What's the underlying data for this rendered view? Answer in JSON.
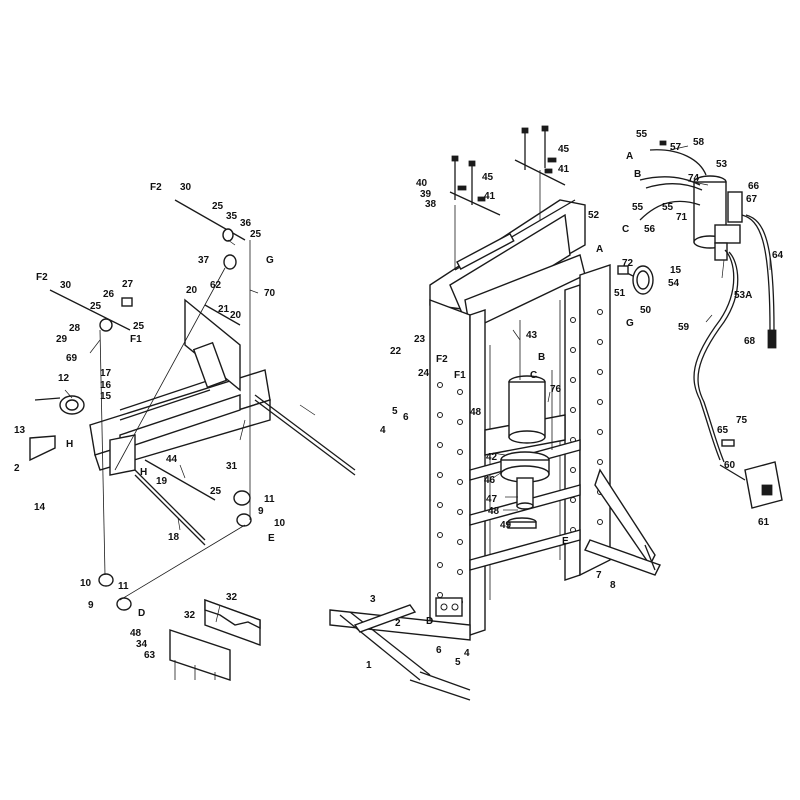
{
  "parts": [
    {
      "id": "p55a",
      "text": "55"
    },
    {
      "id": "p57",
      "text": "57"
    },
    {
      "id": "p58",
      "text": "58"
    },
    {
      "id": "pA1",
      "text": "A"
    },
    {
      "id": "p53",
      "text": "53"
    },
    {
      "id": "pB1",
      "text": "B"
    },
    {
      "id": "p74",
      "text": "74"
    },
    {
      "id": "p66",
      "text": "66"
    },
    {
      "id": "p67",
      "text": "67"
    },
    {
      "id": "p55b",
      "text": "55"
    },
    {
      "id": "p55c",
      "text": "55"
    },
    {
      "id": "p71",
      "text": "71"
    },
    {
      "id": "pC1",
      "text": "C"
    },
    {
      "id": "p56",
      "text": "56"
    },
    {
      "id": "p64",
      "text": "64"
    },
    {
      "id": "p15a",
      "text": "15"
    },
    {
      "id": "p54",
      "text": "54"
    },
    {
      "id": "p53A",
      "text": "53A"
    },
    {
      "id": "p59",
      "text": "59"
    },
    {
      "id": "p68",
      "text": "68"
    },
    {
      "id": "p75",
      "text": "75"
    },
    {
      "id": "p65",
      "text": "65"
    },
    {
      "id": "p60",
      "text": "60"
    },
    {
      "id": "p61",
      "text": "61"
    },
    {
      "id": "p45a",
      "text": "45"
    },
    {
      "id": "p41a",
      "text": "41"
    },
    {
      "id": "p40",
      "text": "40"
    },
    {
      "id": "p39",
      "text": "39"
    },
    {
      "id": "p45b",
      "text": "45"
    },
    {
      "id": "p41b",
      "text": "41"
    },
    {
      "id": "p38",
      "text": "38"
    },
    {
      "id": "p52",
      "text": "52"
    },
    {
      "id": "pA2",
      "text": "A"
    },
    {
      "id": "p72",
      "text": "72"
    },
    {
      "id": "p51",
      "text": "51"
    },
    {
      "id": "p50",
      "text": "50"
    },
    {
      "id": "pG2",
      "text": "G"
    },
    {
      "id": "p43",
      "text": "43"
    },
    {
      "id": "p23",
      "text": "23"
    },
    {
      "id": "p22",
      "text": "22"
    },
    {
      "id": "pF2b",
      "text": "F2"
    },
    {
      "id": "pF1b",
      "text": "F1"
    },
    {
      "id": "p24",
      "text": "24"
    },
    {
      "id": "pB2",
      "text": "B"
    },
    {
      "id": "pC2",
      "text": "C"
    },
    {
      "id": "p76",
      "text": "76"
    },
    {
      "id": "p48a",
      "text": "48"
    },
    {
      "id": "p5a",
      "text": "5"
    },
    {
      "id": "p6a",
      "text": "6"
    },
    {
      "id": "p4a",
      "text": "4"
    },
    {
      "id": "p42",
      "text": "42"
    },
    {
      "id": "p46",
      "text": "46"
    },
    {
      "id": "p47",
      "text": "47"
    },
    {
      "id": "p48b",
      "text": "48"
    },
    {
      "id": "p49",
      "text": "49"
    },
    {
      "id": "pE2",
      "text": "E"
    },
    {
      "id": "p7",
      "text": "7"
    },
    {
      "id": "p8",
      "text": "8"
    },
    {
      "id": "p3",
      "text": "3"
    },
    {
      "id": "p2b",
      "text": "2"
    },
    {
      "id": "pD2",
      "text": "D"
    },
    {
      "id": "p1",
      "text": "1"
    },
    {
      "id": "p6b",
      "text": "6"
    },
    {
      "id": "p4b",
      "text": "4"
    },
    {
      "id": "p5b",
      "text": "5"
    },
    {
      "id": "pF2a",
      "text": "F2"
    },
    {
      "id": "p30a",
      "text": "30"
    },
    {
      "id": "p25a",
      "text": "25"
    },
    {
      "id": "p35",
      "text": "35"
    },
    {
      "id": "p36",
      "text": "36"
    },
    {
      "id": "p25b",
      "text": "25"
    },
    {
      "id": "pG1",
      "text": "G"
    },
    {
      "id": "p37",
      "text": "37"
    },
    {
      "id": "p70",
      "text": "70"
    },
    {
      "id": "p62",
      "text": "62"
    },
    {
      "id": "p20a",
      "text": "20"
    },
    {
      "id": "p21",
      "text": "21"
    },
    {
      "id": "p20b",
      "text": "20"
    },
    {
      "id": "pF2c",
      "text": "F2"
    },
    {
      "id": "p30b",
      "text": "30"
    },
    {
      "id": "p27",
      "text": "27"
    },
    {
      "id": "p26",
      "text": "26"
    },
    {
      "id": "p25c",
      "text": "25"
    },
    {
      "id": "p28",
      "text": "28"
    },
    {
      "id": "p25d",
      "text": "25"
    },
    {
      "id": "p29",
      "text": "29"
    },
    {
      "id": "pF1a",
      "text": "F1"
    },
    {
      "id": "p69",
      "text": "69"
    },
    {
      "id": "p17",
      "text": "17"
    },
    {
      "id": "p16",
      "text": "16"
    },
    {
      "id": "p15b",
      "text": "15"
    },
    {
      "id": "p12",
      "text": "12"
    },
    {
      "id": "p13",
      "text": "13"
    },
    {
      "id": "pH1",
      "text": "H"
    },
    {
      "id": "p2a",
      "text": "2"
    },
    {
      "id": "p14",
      "text": "14"
    },
    {
      "id": "p31",
      "text": "31"
    },
    {
      "id": "p44",
      "text": "44"
    },
    {
      "id": "pH2",
      "text": "H"
    },
    {
      "id": "p19",
      "text": "19"
    },
    {
      "id": "p25e",
      "text": "25"
    },
    {
      "id": "p18",
      "text": "18"
    },
    {
      "id": "p11a",
      "text": "11"
    },
    {
      "id": "p9a",
      "text": "9"
    },
    {
      "id": "p10a",
      "text": "10"
    },
    {
      "id": "pE1",
      "text": "E"
    },
    {
      "id": "p10b",
      "text": "10"
    },
    {
      "id": "p11b",
      "text": "11"
    },
    {
      "id": "p9b",
      "text": "9"
    },
    {
      "id": "pD1",
      "text": "D"
    },
    {
      "id": "p32a",
      "text": "32"
    },
    {
      "id": "p32b",
      "text": "32"
    },
    {
      "id": "p48c",
      "text": "48"
    },
    {
      "id": "p34",
      "text": "34"
    },
    {
      "id": "p63",
      "text": "63"
    }
  ]
}
